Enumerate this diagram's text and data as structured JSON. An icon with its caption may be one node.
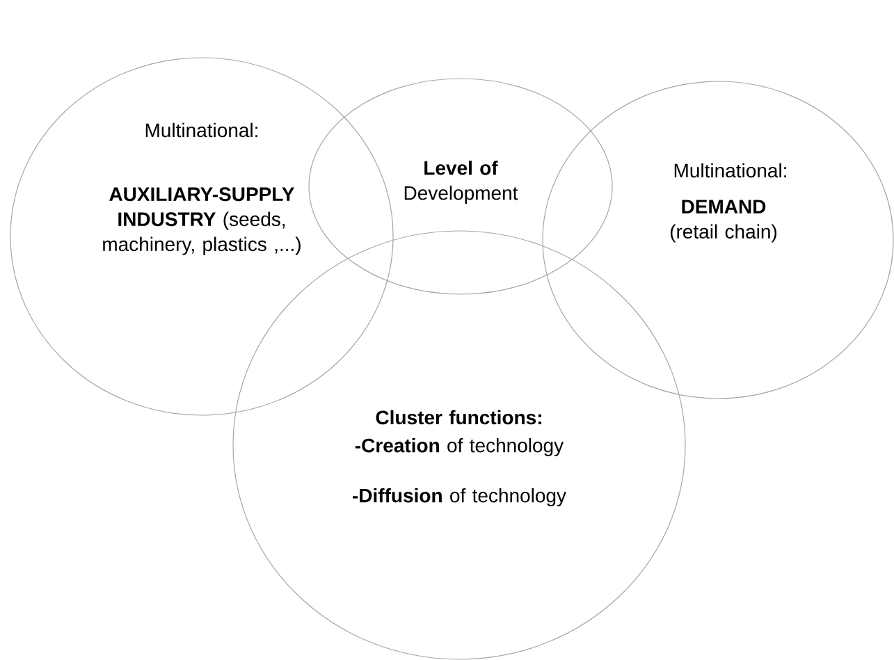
{
  "diagram": {
    "nodes": [
      {
        "text": [
          "Multinational:",
          "**AUXILIARY-SUPPLY INDUSTRY** (seeds, machinery, plastics ,...)"
        ]
      },
      {
        "text": [
          "**Level of** Development"
        ]
      },
      {
        "text": [
          "Multinational:",
          "**DEMAND** (retail chain)"
        ]
      },
      {
        "text": [
          "Cluster functions:",
          "**-Creation** of technology",
          "**-Diffusion** of technology"
        ]
      }
    ]
  }
}
